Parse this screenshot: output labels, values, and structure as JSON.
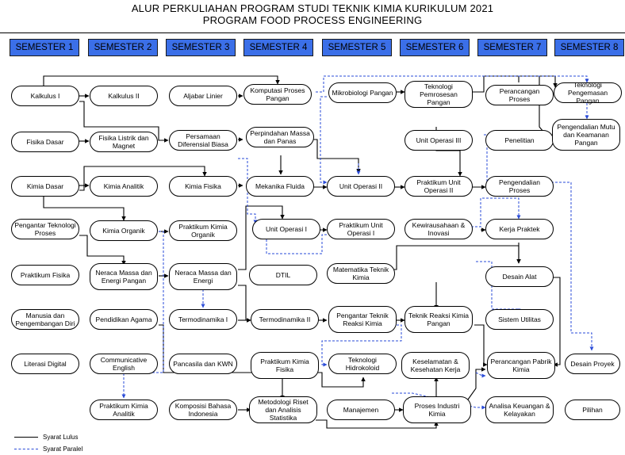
{
  "header": {
    "title": "ALUR PERKULIAHAN PROGRAM STUDI TEKNIK KIMIA KURIKULUM 2021",
    "subtitle": "PROGRAM FOOD PROCESS ENGINEERING"
  },
  "semesters": [
    "SEMESTER 1",
    "SEMESTER 2",
    "SEMESTER 3",
    "SEMESTER 4",
    "SEMESTER 5",
    "SEMESTER 6",
    "SEMESTER 7",
    "SEMESTER 8"
  ],
  "courses": {
    "kalkulus1": "Kalkulus I",
    "kalkulus2": "Kalkulus II",
    "aljabar": "Aljabar Linier",
    "komputasi": "Komputasi Proses Pangan",
    "mikrobiologi": "Mikrobiologi Pangan",
    "tekpemrosesan": "Teknologi Pemrosesan Pangan",
    "perancanganproses": "Perancangan Proses",
    "tekpengemasan": "Teknologi Pengemasan Pangan",
    "fisikadasar": "Fisika Dasar",
    "fisikalistrik": "Fisika Listrik dan Magnet",
    "persamaan": "Persamaan Diferensial Biasa",
    "perpindahan": "Perpindahan Massa dan Panas",
    "unitop3": "Unit Operasi III",
    "penelitian": "Penelitian",
    "pengendalianmutu": "Pengendalian Mutu dan Keamanan Pangan",
    "kimiadasar": "Kimia Dasar",
    "kimiaanalitik": "Kimia Analitik",
    "kimiafisika": "Kimia Fisika",
    "mekfluida": "Mekanika Fluida",
    "unitop2": "Unit Operasi II",
    "praktikumuo2": "Praktikum Unit Operasi II",
    "pengendalianproses": "Pengendalian Proses",
    "pengantartekproses": "Pengantar Teknologi Proses",
    "kimiaorganik": "Kimia Organik",
    "praktikumkimiaorganik": "Praktikum Kimia Organik",
    "unitop1": "Unit Operasi I",
    "praktikumuo1": "Praktikum Unit Operasi I",
    "kewirausahaan": "Kewirausahaan & Inovasi",
    "kerjapraktek": "Kerja Praktek",
    "praktikumfisika": "Praktikum Fisika",
    "neraca1": "Neraca Massa dan Energi Pangan",
    "neraca2": "Neraca Massa dan Energi",
    "dtil": "DTIL",
    "matematikatk": "Matematika Teknik Kimia",
    "desainalat": "Desain Alat",
    "manusia": "Manusia dan Pengembangan Diri",
    "pendidikanagama": "Pendidikan Agama",
    "termo1": "Termodinamika I",
    "termo2": "Termodinamika II",
    "pengantarreaksi": "Pengantar Teknik Reaksi Kimia",
    "teknikreaksi": "Teknik Reaksi Kimia Pangan",
    "sistemutilitas": "Sistem Utilitas",
    "literasi": "Literasi Digital",
    "communicative": "Communicative English",
    "pancasila": "Pancasila dan KWN",
    "praktikumkimiafisika": "Praktikum Kimia Fisika",
    "tekhidrokoloid": "Teknologi Hidrokoloid",
    "k3": "Keselamatan & Kesehatan Kerja",
    "pabrikkimia": "Perancangan Pabrik Kimia",
    "desainproyek": "Desain Proyek",
    "praktikumkimiaanalitik": "Praktikum Kimia Analitik",
    "komposisi": "Komposisi Bahasa Indonesia",
    "metodologi": "Metodologi Riset dan Analisis Statistika",
    "manajemen": "Manajemen",
    "prosesindustri": "Proses Industri Kimia",
    "analisakeuangan": "Analisa Keuangan & Kelayakan",
    "pilihan": "Pilihan"
  },
  "legend": {
    "lulus": "Syarat Lulus",
    "paralel": "Syarat Paralel"
  },
  "colors": {
    "semester_fill": "#3b6fe8",
    "lulus_line": "#000000",
    "paralel_line": "#2a4bd8"
  }
}
